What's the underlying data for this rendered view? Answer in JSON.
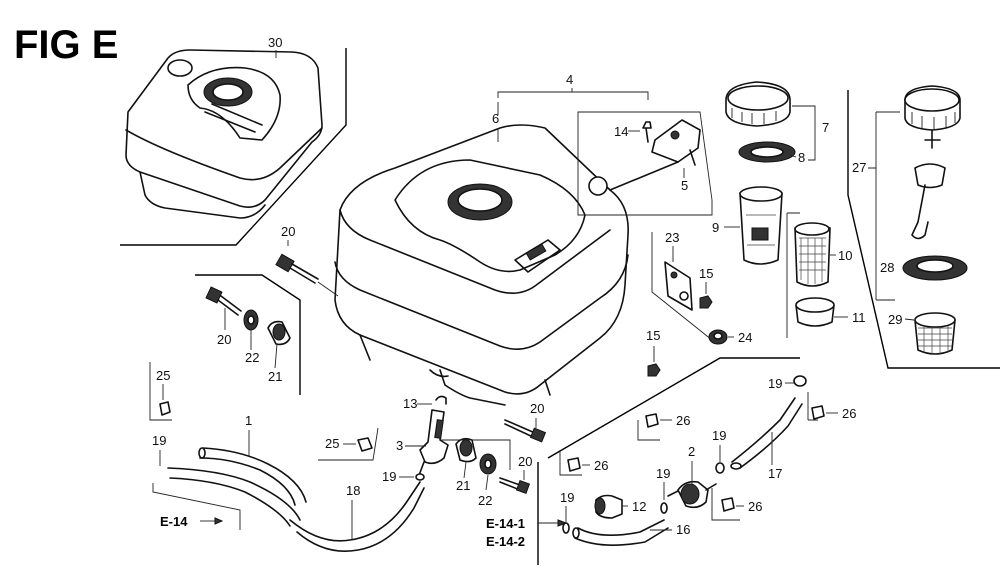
{
  "figure": {
    "title": "FIG E",
    "refs": [
      "E-14",
      "E-14-1",
      "E-14-2"
    ]
  },
  "callouts": {
    "c30": "30",
    "c4": "4",
    "c6": "6",
    "c14": "14",
    "c5": "5",
    "c7": "7",
    "c8": "8",
    "c9": "9",
    "c10": "10",
    "c11": "11",
    "c27": "27",
    "c28": "28",
    "c29": "29",
    "c20a": "20",
    "c20b": "20",
    "c20c": "20",
    "c20d": "20",
    "c22a": "22",
    "c22b": "22",
    "c21a": "21",
    "c21b": "21",
    "c23": "23",
    "c15a": "15",
    "c15b": "15",
    "c24": "24",
    "c25a": "25",
    "c25b": "25",
    "c1": "1",
    "c19a": "19",
    "c19b": "19",
    "c19c": "19",
    "c19d": "19",
    "c19e": "19",
    "c19f": "19",
    "c13": "13",
    "c3": "3",
    "c18": "18",
    "c26a": "26",
    "c26b": "26",
    "c26c": "26",
    "c26d": "26",
    "c2": "2",
    "c12": "12",
    "c16": "16",
    "c17": "17"
  }
}
